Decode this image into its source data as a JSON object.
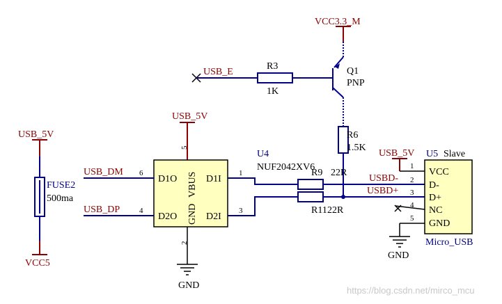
{
  "nets": {
    "vcc33m": "VCC3.3_M",
    "usb_e": "USB_E",
    "usb5v_u4": "USB_5V",
    "usb5v_fuse": "USB_5V",
    "usb5v_u5": "USB_5V",
    "vcc5": "VCC5",
    "usb_dm": "USB_DM",
    "usb_dp": "USB_DP",
    "usbd_minus": "USBD-",
    "usbd_plus": "USBD+",
    "gnd_u4": "GND",
    "gnd_u5": "GND"
  },
  "components": {
    "r3": {
      "ref": "R3",
      "value": "1K"
    },
    "q1": {
      "ref": "Q1",
      "value": "PNP"
    },
    "r6": {
      "ref": "R6",
      "value": "1.5K"
    },
    "r9": {
      "ref": "R9",
      "value": "22R"
    },
    "r11": {
      "ref": "R11",
      "value": "22R"
    },
    "fuse2": {
      "ref": "FUSE2",
      "value": "500ma"
    },
    "u4": {
      "ref": "U4",
      "value": "NUF2042XV6",
      "pins": {
        "d1o": {
          "label": "D1O",
          "number": "6"
        },
        "d2o": {
          "label": "D2O",
          "number": "4"
        },
        "d1i": {
          "label": "D1I",
          "number": "1"
        },
        "d2i": {
          "label": "D2I",
          "number": "3"
        },
        "vbus": {
          "label": "VBUS",
          "number": "5"
        },
        "gnd": {
          "label": "GND",
          "number": "2"
        }
      }
    },
    "u5": {
      "ref": "U5",
      "name": "Slave",
      "value": "Micro_USB",
      "pins": [
        {
          "label": "VCC",
          "number": "1"
        },
        {
          "label": "D-",
          "number": "2"
        },
        {
          "label": "D+",
          "number": "3"
        },
        {
          "label": "NC",
          "number": "4"
        },
        {
          "label": "GND",
          "number": "5"
        }
      ]
    }
  },
  "watermark": "https://blog.csdn.net/mirco_mcu"
}
